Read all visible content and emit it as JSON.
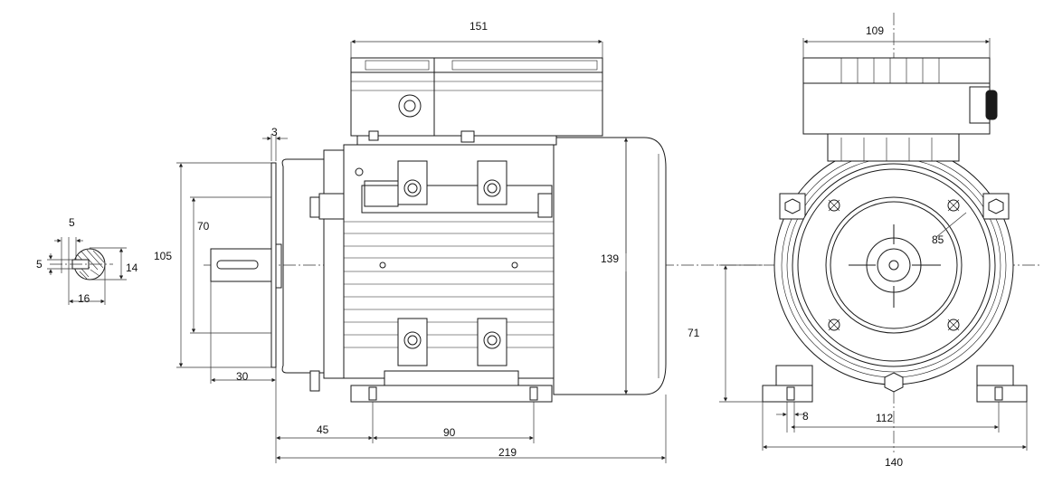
{
  "drawing": {
    "dimensions": {
      "shaft_keyway_width": "5",
      "shaft_key_height": "5",
      "shaft_section_dia": "14",
      "shaft_section_height": "16",
      "shaft_length": "30",
      "flange_thickness": "3",
      "flange_dia": "105",
      "spigot_dia": "70",
      "flange_to_foot": "45",
      "foot_hole_spacing_side": "90",
      "overall_length": "219",
      "terminal_box_length": "151",
      "motor_dia": "139",
      "terminal_box_width": "109",
      "pcd": "85",
      "shaft_height": "71",
      "foot_hole_dia": "8",
      "foot_hole_spacing_front": "112",
      "foot_width": "140"
    },
    "colors": {
      "line": "#1a1a1a",
      "background": "#ffffff"
    }
  }
}
